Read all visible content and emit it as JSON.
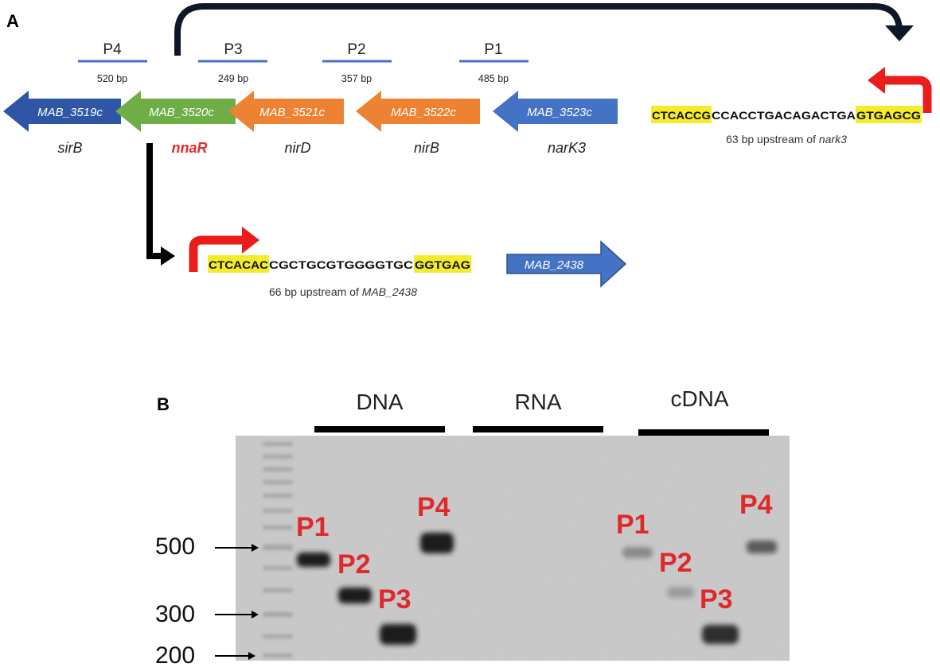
{
  "panel_a": {
    "label": "A",
    "primers": [
      {
        "name": "P4",
        "size": "520 bp"
      },
      {
        "name": "P3",
        "size": "249 bp"
      },
      {
        "name": "P2",
        "size": "357 bp"
      },
      {
        "name": "P1",
        "size": "485 bp"
      }
    ],
    "genes": [
      {
        "id": "MAB_3519c",
        "name": "sirB",
        "color": "#2e56a5"
      },
      {
        "id": "MAB_3520c",
        "name": "nnaR",
        "color": "#6fad46"
      },
      {
        "id": "MAB_3521c",
        "name": "nirD",
        "color": "#ee8233"
      },
      {
        "id": "MAB_3522c",
        "name": "nirB",
        "color": "#ee8233"
      },
      {
        "id": "MAB_3523c",
        "name": "narK3",
        "color": "#4472c4"
      }
    ],
    "highlight_gene_color": "#e52b2b",
    "seq_narK3": {
      "left_box": "CTCACCG",
      "middle": "CCACCTGACAGACTGA",
      "right_box": "GTGAGCG",
      "caption_prefix": "63 bp upstream of ",
      "caption_gene": "nark3"
    },
    "seq_mab2438": {
      "left_box": "CTCACAC",
      "middle": "CGCTGCGTGGGGTGC",
      "right_box": "GGTGAG",
      "caption_prefix": "66 bp upstream of ",
      "caption_gene": "MAB_2438"
    },
    "target_gene": {
      "id": "MAB_2438",
      "color": "#4472c4"
    },
    "motif_highlight": "#f3ec2a",
    "promoter_arrow_color": "#ea1c1c"
  },
  "panel_b": {
    "label": "B",
    "groups": [
      "DNA",
      "RNA",
      "cDNA"
    ],
    "markers": [
      "500",
      "300",
      "200"
    ],
    "band_label_color": "#e0282c",
    "dna_bands": [
      "P1",
      "P2",
      "P3",
      "P4"
    ],
    "cdna_bands": [
      "P1",
      "P2",
      "P3",
      "P4"
    ]
  }
}
